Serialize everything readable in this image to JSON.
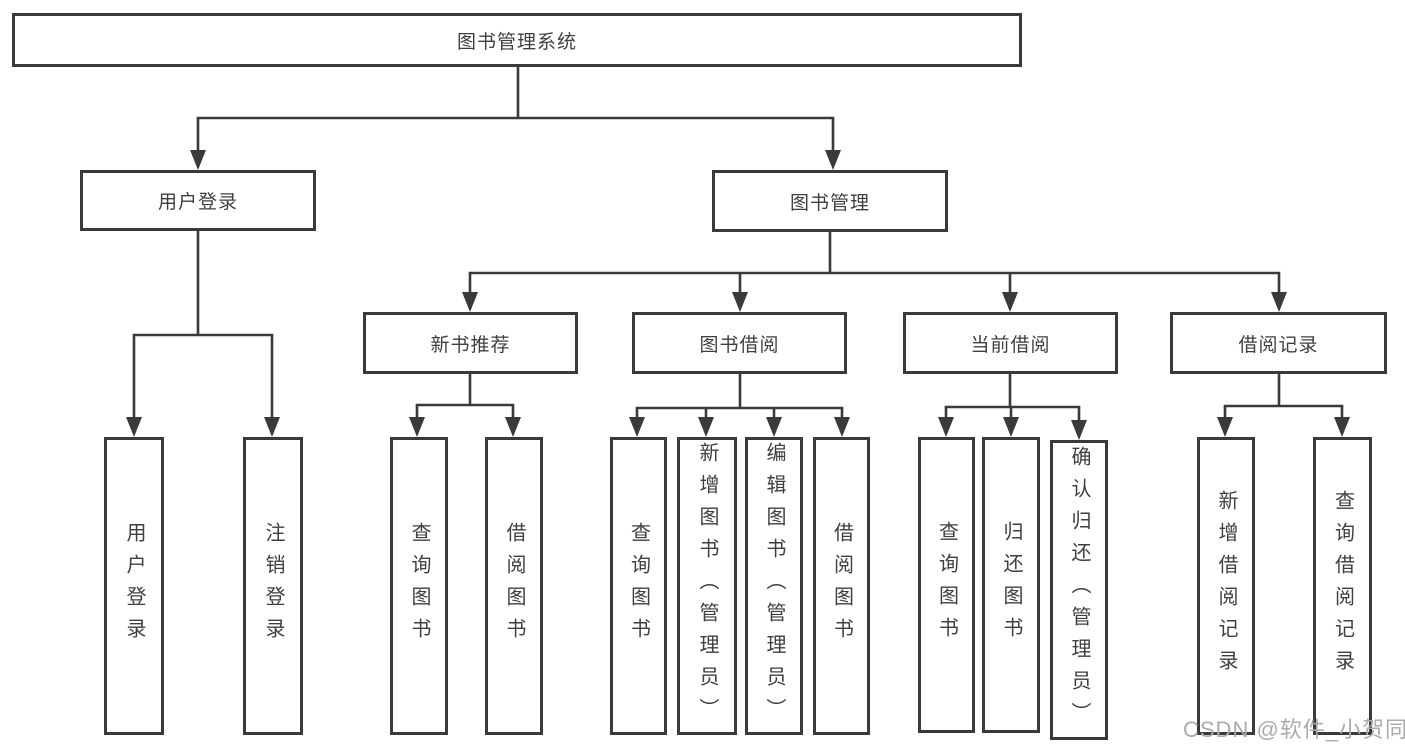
{
  "diagram": {
    "title": "图书管理系统",
    "type": "hierarchy-flowchart",
    "colors": {
      "line": "#3a3a3a",
      "text": "#3f3f3f",
      "background": "#ffffff",
      "watermark_text_color": "#ababab"
    },
    "watermark": "CSDN @软件_小贺同学",
    "nodes": {
      "root": {
        "label": "图书管理系统"
      },
      "user_login": {
        "label": "用户登录"
      },
      "book_mgmt": {
        "label": "图书管理"
      },
      "new_book": {
        "label": "新书推荐"
      },
      "book_borrow": {
        "label": "图书借阅"
      },
      "current_borrow": {
        "label": "当前借阅"
      },
      "borrow_record": {
        "label": "借阅记录"
      },
      "login_leaf": {
        "label": "用户登录"
      },
      "logout_leaf": {
        "label": "注销登录"
      },
      "nb_query": {
        "label": "查询图书"
      },
      "nb_borrow": {
        "label": "借阅图书"
      },
      "bb_query": {
        "label": "查询图书"
      },
      "bb_add": {
        "label": "新增图书（管理员）"
      },
      "bb_edit": {
        "label": "编辑图书（管理员）"
      },
      "bb_borrow": {
        "label": "借阅图书"
      },
      "cb_query": {
        "label": "查询图书"
      },
      "cb_return": {
        "label": "归还图书"
      },
      "cb_confirm": {
        "label": "确认归还（管理员）"
      },
      "br_add": {
        "label": "新增借阅记录"
      },
      "br_query": {
        "label": "查询借阅记录"
      }
    },
    "structure": {
      "图书管理系统": {
        "用户登录": [
          "用户登录",
          "注销登录"
        ],
        "图书管理": {
          "新书推荐": [
            "查询图书",
            "借阅图书"
          ],
          "图书借阅": [
            "查询图书",
            "新增图书（管理员）",
            "编辑图书（管理员）",
            "借阅图书"
          ],
          "当前借阅": [
            "查询图书",
            "归还图书",
            "确认归还（管理员）"
          ],
          "借阅记录": [
            "新增借阅记录",
            "查询借阅记录"
          ]
        }
      }
    }
  }
}
